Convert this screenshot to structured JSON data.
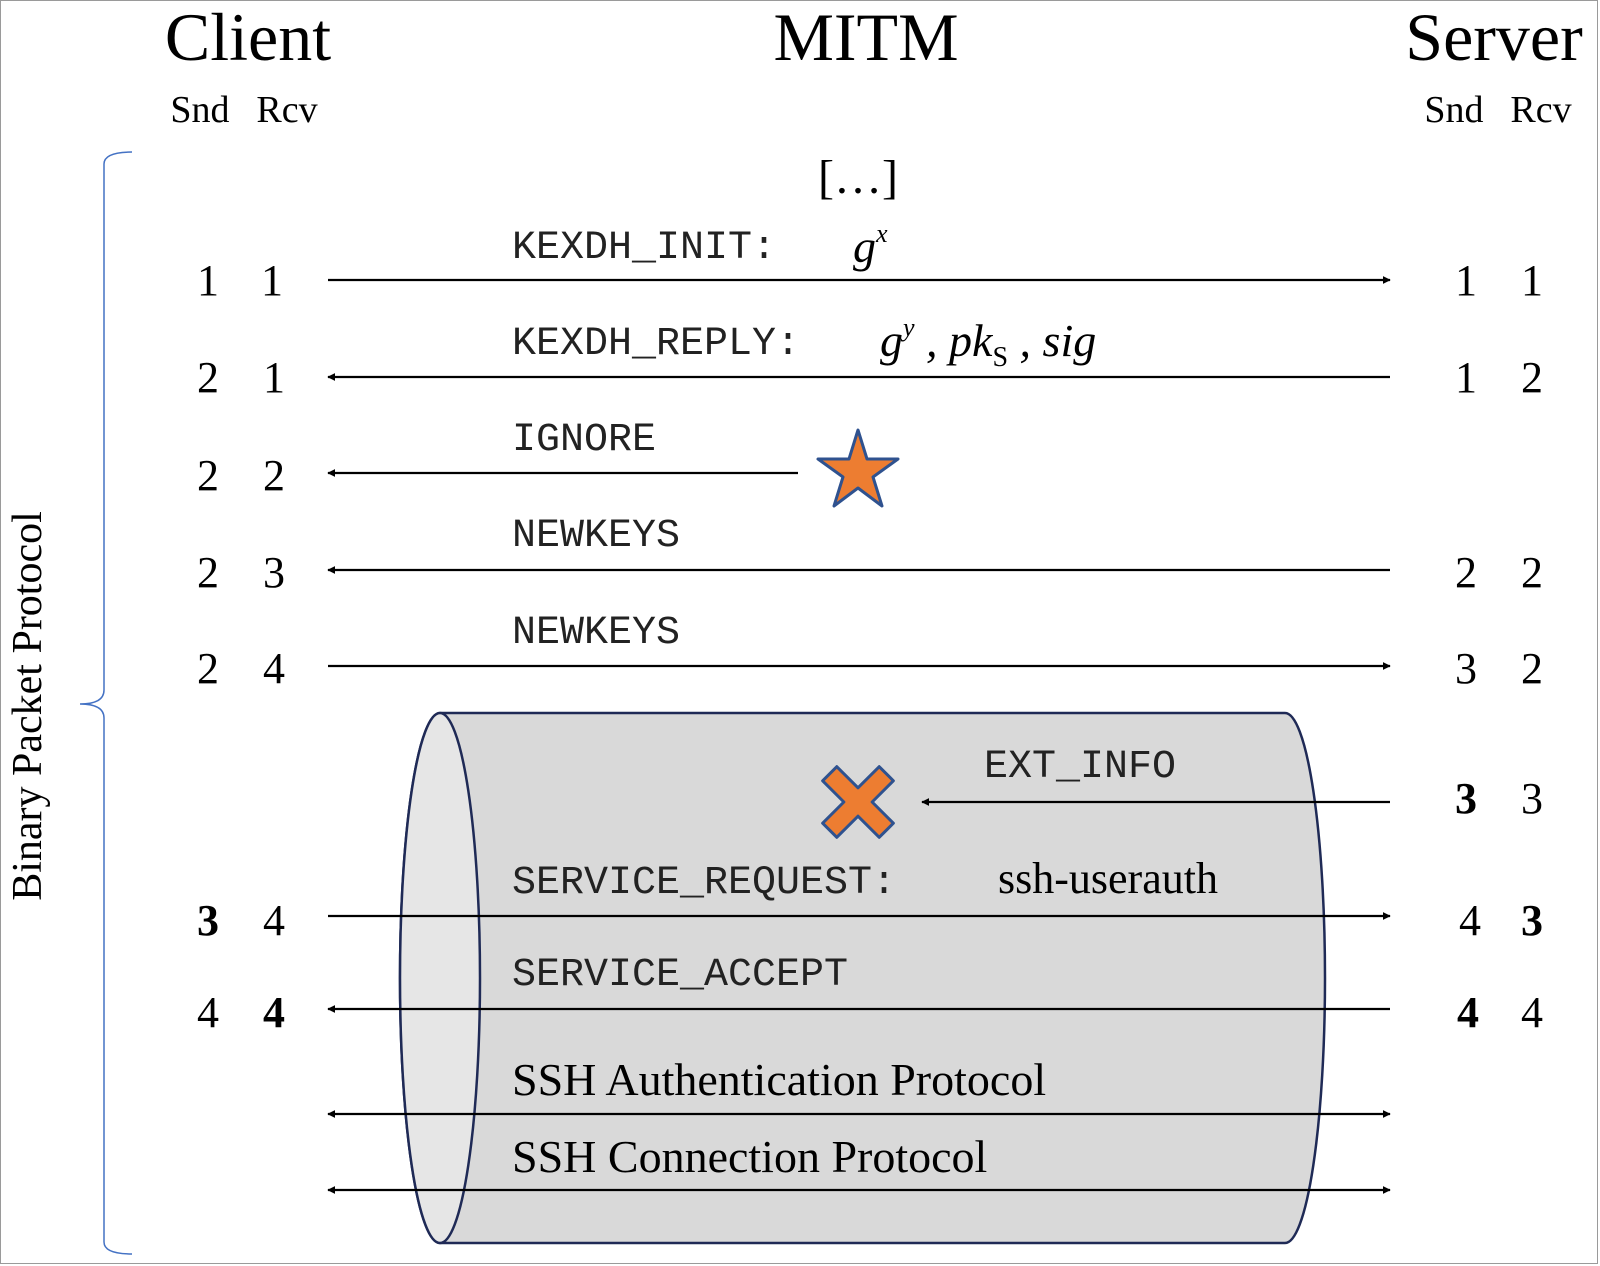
{
  "parties": {
    "client": "Client",
    "mitm": "MITM",
    "server": "Server"
  },
  "counter_headers": {
    "client_snd": "Snd",
    "client_rcv": "Rcv",
    "server_snd": "Snd",
    "server_rcv": "Rcv"
  },
  "ellipsis": "[…]",
  "side_label": "Binary Packet Protocol",
  "messages": {
    "kexdh_init": {
      "name": "KEXDH_INIT:",
      "g": "g",
      "exp": "x"
    },
    "kexdh_reply": {
      "name": "KEXDH_REPLY:",
      "g": "g",
      "exp": "y",
      "sep1": " , ",
      "pk": "pk",
      "pk_sub": "S",
      "sep2": " , ",
      "sig": "sig"
    },
    "ignore": "IGNORE",
    "newkeys_1": "NEWKEYS",
    "newkeys_2": "NEWKEYS",
    "ext_info": "EXT_INFO",
    "service_request": {
      "name": "SERVICE_REQUEST:",
      "arg": "ssh-userauth"
    },
    "service_accept": "SERVICE_ACCEPT",
    "ssh_auth": "SSH Authentication Protocol",
    "ssh_conn": "SSH Connection Protocol"
  },
  "client_counters": [
    {
      "snd": "1",
      "rcv": "1"
    },
    {
      "snd": "2",
      "rcv": "1"
    },
    {
      "snd": "2",
      "rcv": "2"
    },
    {
      "snd": "2",
      "rcv": "3"
    },
    {
      "snd": "2",
      "rcv": "4"
    },
    {
      "snd": "3",
      "rcv": "4"
    },
    {
      "snd": "4",
      "rcv": "4"
    }
  ],
  "server_counters": [
    {
      "snd": "1",
      "rcv": "1"
    },
    {
      "snd": "1",
      "rcv": "2"
    },
    {
      "snd": "2",
      "rcv": "2"
    },
    {
      "snd": "3",
      "rcv": "2"
    },
    {
      "snd": "3",
      "rcv": "3"
    },
    {
      "snd": "4",
      "rcv": "3"
    },
    {
      "snd": "4",
      "rcv": "4"
    }
  ],
  "colors": {
    "star_fill": "#ed7d31",
    "star_stroke": "#2f528f",
    "cross_fill": "#ed7d31",
    "cross_stroke": "#2f528f",
    "tunnel_fill": "#d9d9d9",
    "tunnel_stroke": "#1f2a56",
    "brace": "#4472c4"
  }
}
